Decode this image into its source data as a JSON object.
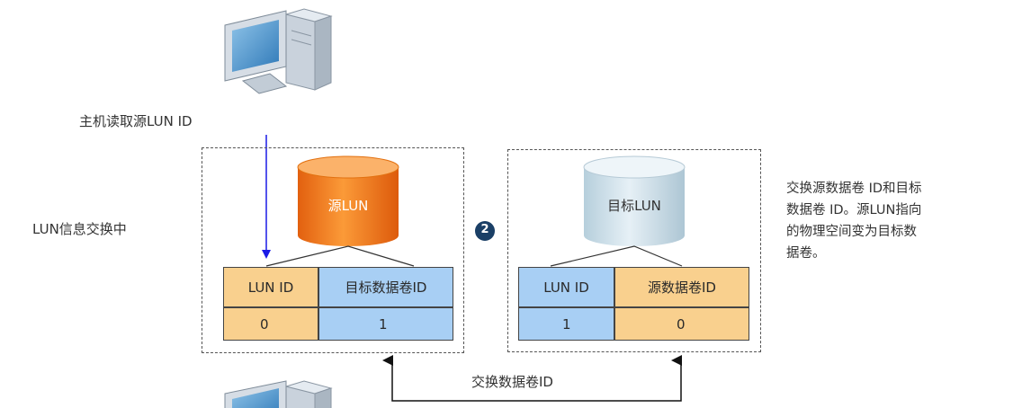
{
  "labels": {
    "host_read": "主机读取源LUN ID",
    "lun_exchanging": "LUN信息交换中",
    "swap_volume_id": "交换数据卷ID"
  },
  "step_badge": "2",
  "left_panel": {
    "cylinder_label": "源LUN",
    "header": [
      "LUN ID",
      "目标数据卷ID"
    ],
    "values": [
      "0",
      "1"
    ]
  },
  "right_panel": {
    "cylinder_label": "目标LUN",
    "header": [
      "LUN ID",
      "源数据卷ID"
    ],
    "values": [
      "1",
      "0"
    ]
  },
  "note_lines": [
    "交换源数据卷 ID和目标",
    "数据卷 ID。源LUN指向",
    "的物理空间变为目标数",
    "据卷。"
  ],
  "colors": {
    "orange_cell": "#f9d08e",
    "blue_cell": "#a8cff4",
    "source_cylinder": "#f07c1a",
    "target_cylinder": "#cfe1ec",
    "badge": "#1a3f66",
    "arrow_blue": "#1a1ae6"
  }
}
